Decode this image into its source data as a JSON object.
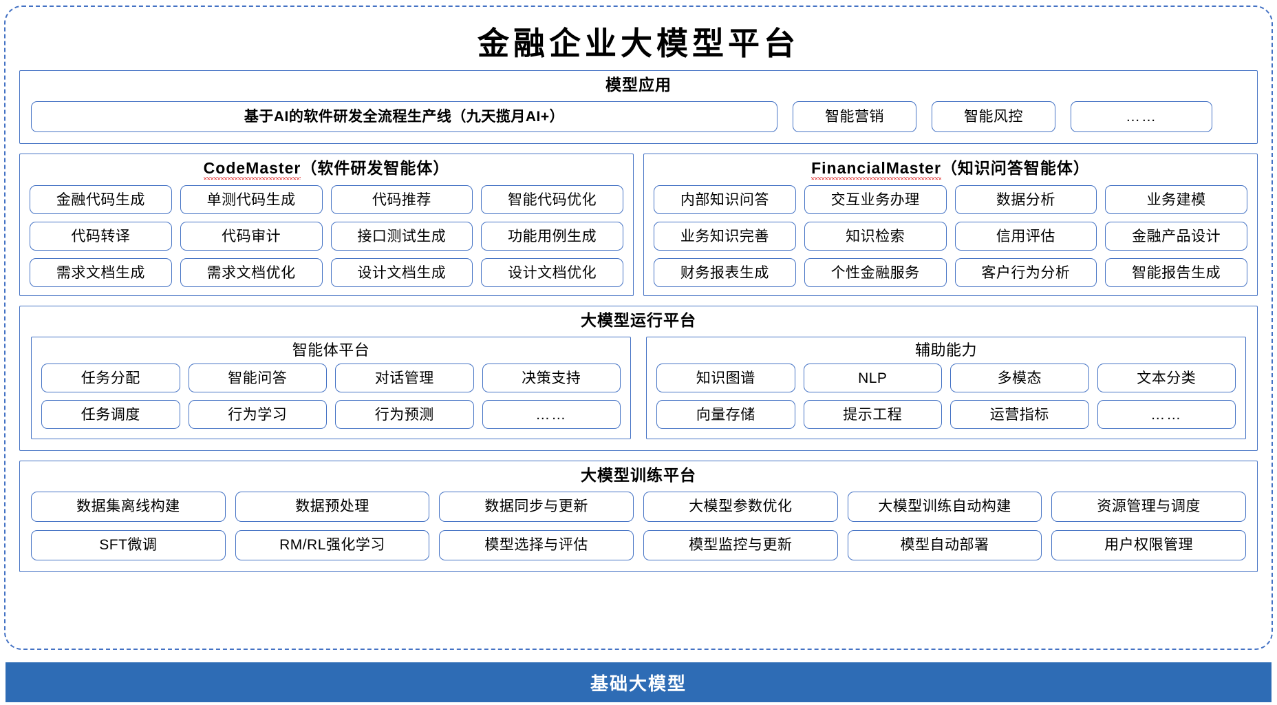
{
  "title": "金融企业大模型平台",
  "colors": {
    "accent_border": "#4472c4",
    "foundation_bar_bg": "#2e6cb5",
    "foundation_bar_text": "#ffffff",
    "spellcheck_underline": "#e02020"
  },
  "model_application": {
    "heading": "模型应用",
    "items": [
      "基于AI的软件研发全流程生产线（九天揽月AI+）",
      "智能营销",
      "智能风控",
      "……"
    ]
  },
  "agents": [
    {
      "name_latin": "CodeMaster",
      "name_cn": "（软件研发智能体）",
      "items": [
        "金融代码生成",
        "单测代码生成",
        "代码推荐",
        "智能代码优化",
        "代码转译",
        "代码审计",
        "接口测试生成",
        "功能用例生成",
        "需求文档生成",
        "需求文档优化",
        "设计文档生成",
        "设计文档优化"
      ]
    },
    {
      "name_latin": "FinancialMaster",
      "name_cn": "（知识问答智能体）",
      "items": [
        "内部知识问答",
        "交互业务办理",
        "数据分析",
        "业务建模",
        "业务知识完善",
        "知识检索",
        "信用评估",
        "金融产品设计",
        "财务报表生成",
        "个性金融服务",
        "客户行为分析",
        "智能报告生成"
      ]
    }
  ],
  "runtime_platform": {
    "heading": "大模型运行平台",
    "columns": [
      {
        "heading": "智能体平台",
        "items": [
          "任务分配",
          "智能问答",
          "对话管理",
          "决策支持",
          "任务调度",
          "行为学习",
          "行为预测",
          "……"
        ]
      },
      {
        "heading": "辅助能力",
        "items": [
          "知识图谱",
          "NLP",
          "多模态",
          "文本分类",
          "向量存储",
          "提示工程",
          "运营指标",
          "……"
        ]
      }
    ]
  },
  "training_platform": {
    "heading": "大模型训练平台",
    "items": [
      "数据集离线构建",
      "数据预处理",
      "数据同步与更新",
      "大模型参数优化",
      "大模型训练自动构建",
      "资源管理与调度",
      "SFT微调",
      "RM/RL强化学习",
      "模型选择与评估",
      "模型监控与更新",
      "模型自动部署",
      "用户权限管理"
    ]
  },
  "foundation": {
    "label": "基础大模型"
  }
}
